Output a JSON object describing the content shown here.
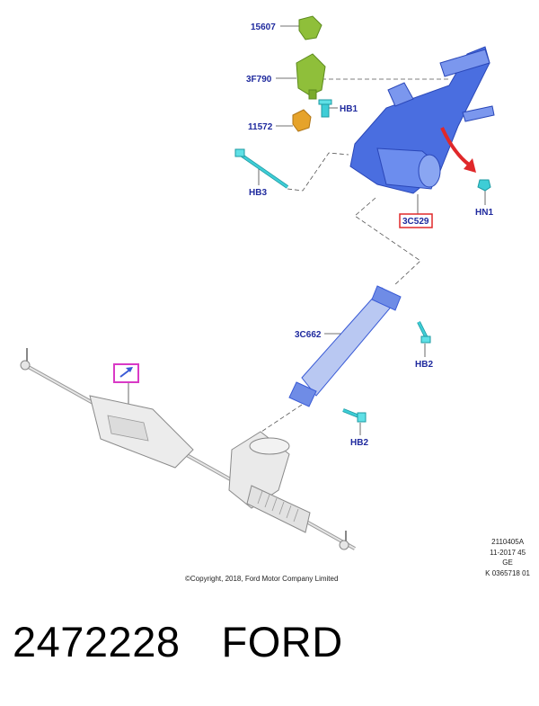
{
  "labels": {
    "p15607": "15607",
    "p3f790": "3F790",
    "phb1": "HB1",
    "p11572": "11572",
    "phb3": "HB3",
    "p3c529": "3C529",
    "phn1": "HN1",
    "p3c662": "3C662",
    "phb2a": "HB2",
    "phb2b": "HB2"
  },
  "colors": {
    "label_text": "#1f2a9e",
    "column_blue": "#3a5bd6",
    "part_green": "#8fbf3a",
    "part_orange": "#e6a32a",
    "bolt_teal": "#3ecdd6",
    "highlight_red": "#e0282a",
    "highlight_magenta": "#d93ac6",
    "arrow_red": "#e0282a",
    "rack_gray": "#d8d8d8"
  },
  "copyright": "©Copyright, 2018, Ford Motor Company Limited",
  "reference": {
    "line1": "2110405A",
    "line2": "11-2017 45",
    "line3": "GE",
    "line4": "K 0365718 01"
  },
  "part_number": "2472228",
  "brand": "FORD"
}
